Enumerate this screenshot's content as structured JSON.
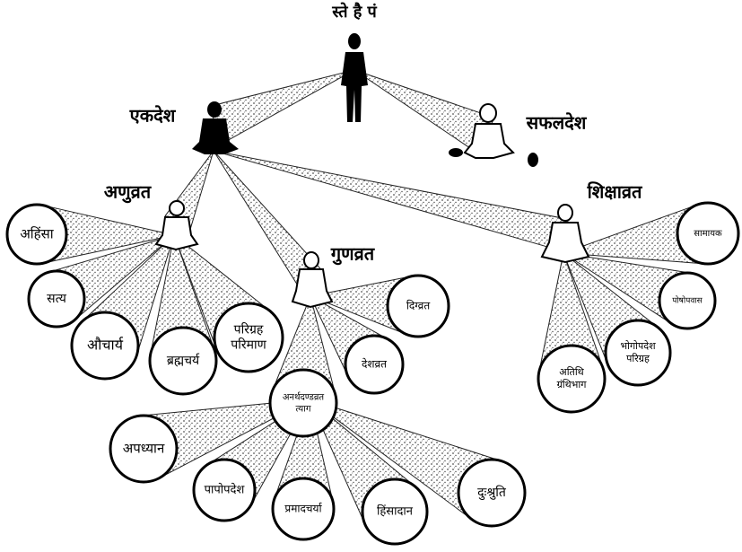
{
  "title": "स्ते है पं",
  "sections": {
    "ekdesh": "एकदेश",
    "sakaldesh": "सफलदेश",
    "anuvrat": "अणुव्रत",
    "gunvrat": "गुणव्रत",
    "shikshavrat": "शिक्षाव्रत"
  },
  "anuvrat_items": [
    "अहिंसा",
    "सत्य",
    "औचार्य",
    "ब्रह्मचर्य",
    "परिग्रह|परिमाण"
  ],
  "gunvrat_items": [
    "दिग्व्रत",
    "देशव्रत",
    "अनर्थदण्डव्रत|त्याग"
  ],
  "anarthadand_items": [
    "अपध्यान",
    "पापोपदेश",
    "प्रमादचर्या",
    "हिंसादान",
    "दुःश्रुति"
  ],
  "shikshavrat_items": [
    "सामायक",
    "पोषोपवास",
    "भोगोपदेश|परिग्रह",
    "अतिथि|ग्रंथिभाग"
  ],
  "colors": {
    "ink": "#000000",
    "paper": "#ffffff",
    "stipple": "#5a5a5a"
  }
}
